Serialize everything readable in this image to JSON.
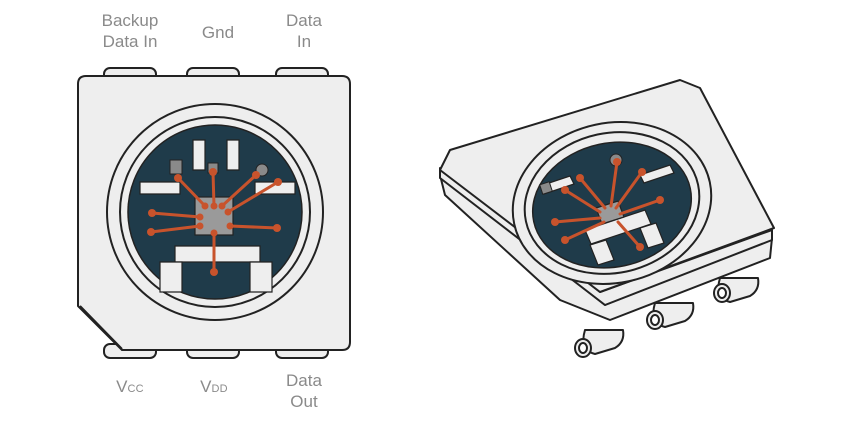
{
  "pins_top": [
    {
      "line1": "Backup",
      "line2": "Data In"
    },
    {
      "line1": "Gnd",
      "line2": ""
    },
    {
      "line1": "Data",
      "line2": "In"
    }
  ],
  "pins_bottom": [
    {
      "prefix": "V",
      "sub": "CC"
    },
    {
      "prefix": "V",
      "sub": "DD"
    },
    {
      "line1": "Data",
      "line2": "Out"
    }
  ],
  "colors": {
    "body": "#eeeeee",
    "outline": "#222222",
    "die": "#1f3b4a",
    "wire": "#c8532c",
    "pad": "#9a9a9a",
    "label": "#8a8a8a"
  },
  "icons": [
    "led-chip-top-view",
    "led-chip-isometric-view"
  ]
}
